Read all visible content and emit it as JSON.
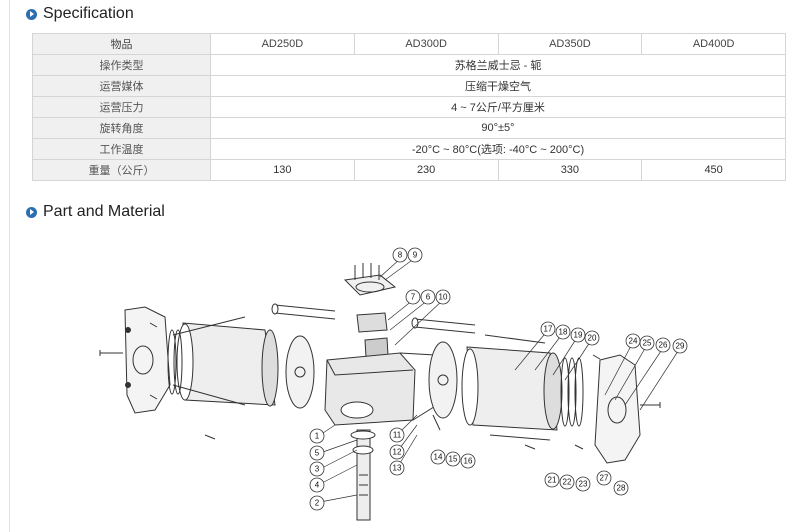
{
  "spec_section": {
    "title": "Specification"
  },
  "spec_table": {
    "header": {
      "label": "物品",
      "models": [
        "AD250D",
        "AD300D",
        "AD350D",
        "AD400D"
      ]
    },
    "rows": [
      {
        "label": "操作类型",
        "value": "苏格兰威士忌 - 轭"
      },
      {
        "label": "运营媒体",
        "value": "压缩干燥空气"
      },
      {
        "label": "运营压力",
        "value": "4 ~ 7公斤/平方厘米"
      },
      {
        "label": "旋转角度",
        "value": "90°±5°"
      },
      {
        "label": "工作温度",
        "value": "-20°C ~ 80°C(选项: -40°C ~ 200°C)"
      }
    ],
    "weight_row": {
      "label": "重量（公斤）",
      "values": [
        "130",
        "230",
        "330",
        "450"
      ]
    }
  },
  "part_section": {
    "title": "Part and Material"
  },
  "drawing": {
    "callouts": [
      "1",
      "2",
      "3",
      "4",
      "5",
      "6",
      "7",
      "8",
      "9",
      "10",
      "11",
      "12",
      "13",
      "14",
      "15",
      "16",
      "17",
      "18",
      "19",
      "20",
      "21",
      "22",
      "23",
      "24",
      "25",
      "26",
      "27",
      "28",
      "29"
    ]
  }
}
